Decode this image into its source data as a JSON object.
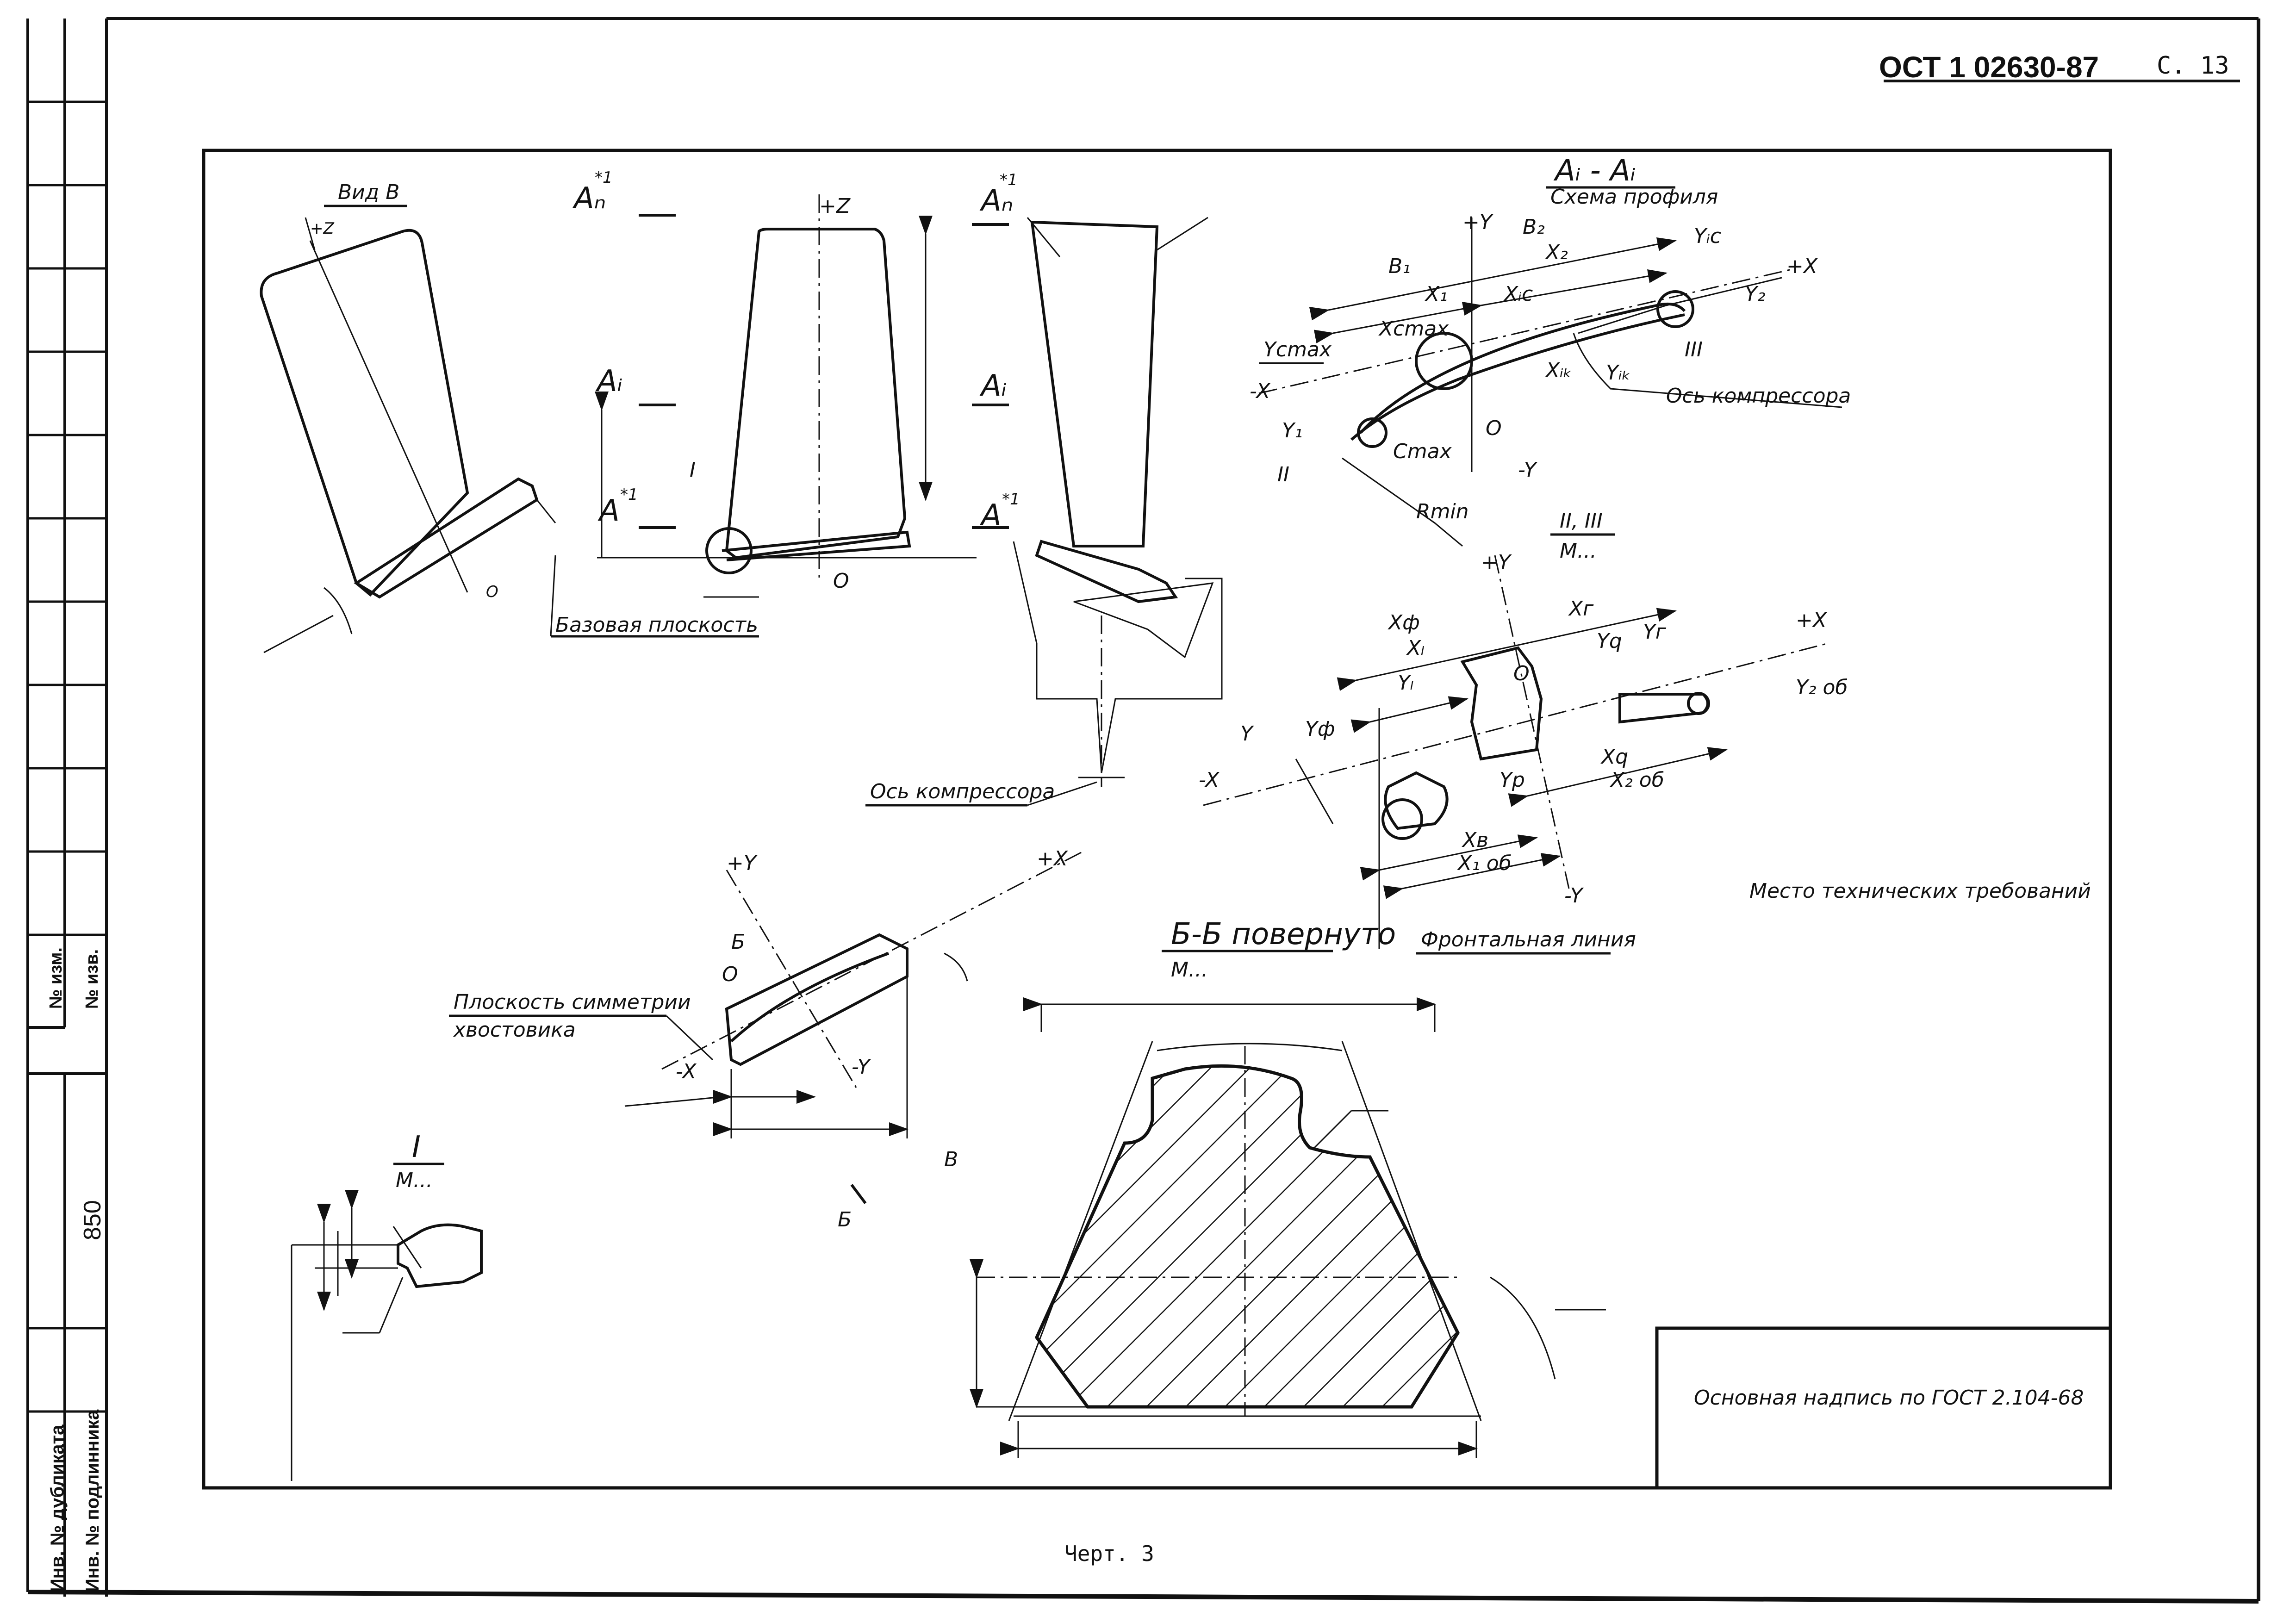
{
  "header": {
    "standard": "ОСТ 1 02630-87",
    "page": "С. 13"
  },
  "side_stamp": {
    "inv_podl": "Инв. № подлинника",
    "inv_dubl": "Инв. № дубликата",
    "number": "850",
    "no_izm": "№ изм.",
    "no_izv": "№ изв."
  },
  "caption": "Черт. 3",
  "views": {
    "vid_b": "Вид В",
    "baz_ploskost": "Базовая плоскость",
    "os_kompressora_1": "Ось компрессора",
    "section_title": "Aᵢ - Aᵢ",
    "schema_profilya": "Схема профиля",
    "os_kompressora_2": "Ось компрессора",
    "detail_ii_iii": "II, III",
    "detail_ii_iii_scale": "М...",
    "frontal_line": "Фронтальная линия",
    "mesto_treb": "Место технических требований",
    "ploskost_simm_1": "Плоскость симметрии",
    "ploskost_simm_2": "хвостовика",
    "section_bb": "Б-Б повернуто",
    "section_bb_scale": "М...",
    "detail_i": "I",
    "detail_i_scale": "М...",
    "title_block": "Основная надпись по ГОСТ 2.104-68"
  },
  "labels": {
    "z_plus": "+Z",
    "y_plus": "+Y",
    "y_minus": "-Y",
    "x_plus": "+X",
    "x_minus": "-X",
    "o": "O",
    "a_n": "Aₙ",
    "a_i": "Aᵢ",
    "a_star": "A",
    "star1": "*1",
    "b1": "B₁",
    "b2": "B₂",
    "x1": "X₁",
    "x2": "X₂",
    "xic": "Xᵢc",
    "xcmax": "Xcmax",
    "xik": "Xᵢₖ",
    "yic": "Yᵢc",
    "yik": "Yᵢₖ",
    "ycmax": "Ycmax",
    "y1": "Y₁",
    "y2": "Y₂",
    "cmax": "Cmax",
    "rmin": "Rmin",
    "roman2": "II",
    "roman3": "III",
    "roman1": "I",
    "b_cyr": "Б",
    "v_cyr": "В",
    "x_f": "Xф",
    "x_l": "Xₗ",
    "x_g": "Xг",
    "y_l": "Yₗ",
    "y_f": "Yф",
    "y_star": "Y",
    "y_q": "Yq",
    "y_g": "Yг",
    "y_p": "Yp",
    "x_q": "Xq",
    "x_v": "Xв",
    "x_1ob": "X₁ об",
    "x_2ob": "X₂ об",
    "y_2ob": "Y₂ об"
  }
}
